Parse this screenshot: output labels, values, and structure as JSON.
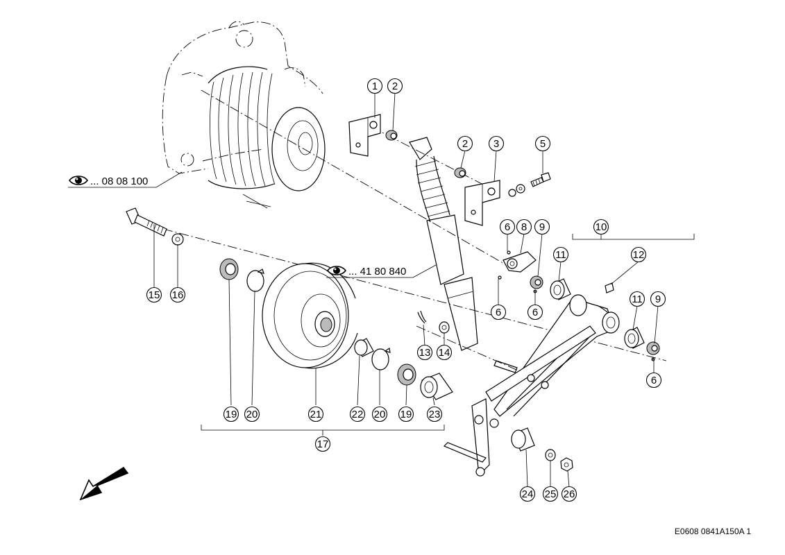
{
  "diagram": {
    "callouts": [
      {
        "id": "c1",
        "label": "1"
      },
      {
        "id": "c2a",
        "label": "2"
      },
      {
        "id": "c2b",
        "label": "2"
      },
      {
        "id": "c3",
        "label": "3"
      },
      {
        "id": "c5",
        "label": "5"
      },
      {
        "id": "c6a",
        "label": "6"
      },
      {
        "id": "c8",
        "label": "8"
      },
      {
        "id": "c9a",
        "label": "9"
      },
      {
        "id": "c10",
        "label": "10"
      },
      {
        "id": "c11a",
        "label": "11"
      },
      {
        "id": "c12",
        "label": "12"
      },
      {
        "id": "c6b",
        "label": "6"
      },
      {
        "id": "c6c",
        "label": "6"
      },
      {
        "id": "c11b",
        "label": "11"
      },
      {
        "id": "c9b",
        "label": "9"
      },
      {
        "id": "c6d",
        "label": "6"
      },
      {
        "id": "c15",
        "label": "15"
      },
      {
        "id": "c16",
        "label": "16"
      },
      {
        "id": "c13",
        "label": "13"
      },
      {
        "id": "c14",
        "label": "14"
      },
      {
        "id": "c19a",
        "label": "19"
      },
      {
        "id": "c20a",
        "label": "20"
      },
      {
        "id": "c21",
        "label": "21"
      },
      {
        "id": "c22",
        "label": "22"
      },
      {
        "id": "c20b",
        "label": "20"
      },
      {
        "id": "c19b",
        "label": "19"
      },
      {
        "id": "c23",
        "label": "23"
      },
      {
        "id": "c17",
        "label": "17"
      },
      {
        "id": "c24",
        "label": "24"
      },
      {
        "id": "c25",
        "label": "25"
      },
      {
        "id": "c26",
        "label": "26"
      }
    ],
    "references": [
      {
        "id": "ref1",
        "text": "... 08 08 100",
        "icon": "eye-icon"
      },
      {
        "id": "ref2",
        "text": "... 41 80 840",
        "icon": "eye-icon"
      }
    ],
    "document_id": "E0608 0841A150A 1",
    "direction_icon": "arrow-down-left-icon"
  }
}
